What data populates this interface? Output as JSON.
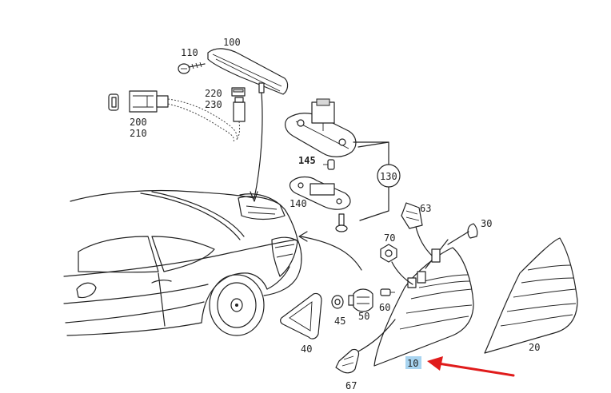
{
  "labels": {
    "p100": "100",
    "p110": "110",
    "p220": "220",
    "p230": "230",
    "p200": "200",
    "p210": "210",
    "p145": "145",
    "p130": "130",
    "p140": "140",
    "p63": "63",
    "p30": "30",
    "p70": "70",
    "p60": "60",
    "p50": "50",
    "p45": "45",
    "p40": "40",
    "p20": "20",
    "p10": "10",
    "p67": "67"
  },
  "colors": {
    "line": "#222222",
    "highlight": "#a8d4f0",
    "arrow": "#e01b1b"
  }
}
